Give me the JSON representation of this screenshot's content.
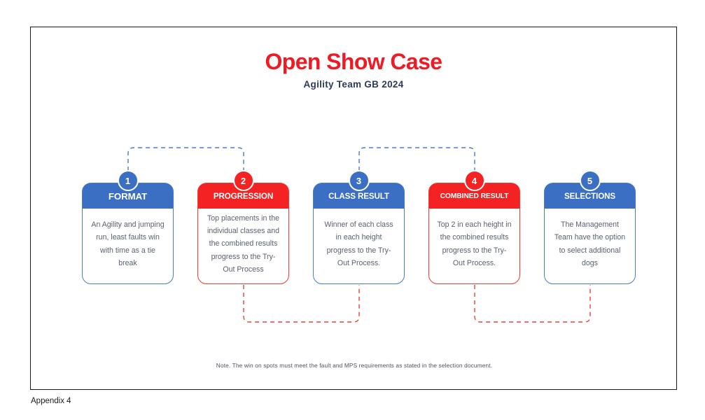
{
  "header": {
    "title": "Open Show Case",
    "subtitle": "Agility Team GB 2024",
    "title_color": "#ed1c24",
    "subtitle_color": "#2e3a59"
  },
  "theme": {
    "blue": "#3b6fc4",
    "red": "#f42222",
    "blue_border": "#4a7bc8",
    "red_border": "#ef3b33",
    "body_text": "#5a6170",
    "frame_border": "#1a1a1a"
  },
  "cards": [
    {
      "number": "1",
      "title": "FORMAT",
      "body": "An Agility and jumping run, least faults win with time as a tie break",
      "color": "blue"
    },
    {
      "number": "2",
      "title": "PROGRESSION",
      "body": "Top placements in the individual classes and the combined results progress to the Try-Out Process",
      "color": "red"
    },
    {
      "number": "3",
      "title": "CLASS RESULT",
      "body": "Winner of each class in each height progress to the Try-Out Process.",
      "color": "blue"
    },
    {
      "number": "4",
      "title": "COMBINED RESULT",
      "body": "Top 2 in each height in the combined results progress to the Try-Out Process.",
      "color": "red"
    },
    {
      "number": "5",
      "title": "SELECTIONS",
      "body": "The Management Team have the option to select additional dogs",
      "color": "blue"
    }
  ],
  "connectors": {
    "top": [
      {
        "from": "1",
        "to": "2",
        "color": "#4a7bc8",
        "style": "dashed"
      },
      {
        "from": "3",
        "to": "4",
        "color": "#4a7bc8",
        "style": "dashed"
      }
    ],
    "bottom": [
      {
        "from": "2",
        "to": "3",
        "color": "#e0453c",
        "style": "dashed"
      },
      {
        "from": "4",
        "to": "5",
        "color": "#e0453c",
        "style": "dashed"
      }
    ]
  },
  "note": "Note.  The win on spots must meet the  fault and MPS requirements  as stated in the  selection document.",
  "appendix": "Appendix 4"
}
